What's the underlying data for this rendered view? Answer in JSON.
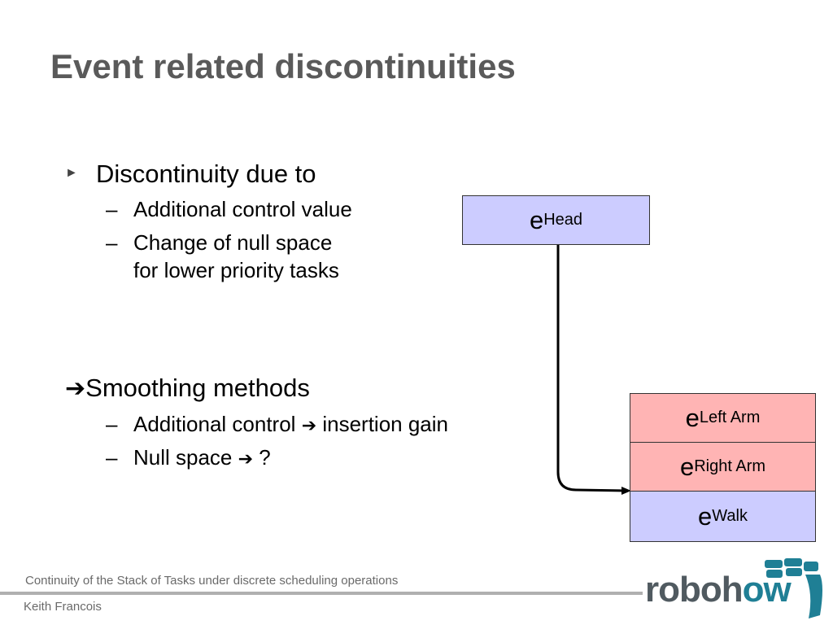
{
  "title": "Event related discontinuities",
  "bullets": [
    {
      "marker": "►",
      "text": "Discontinuity due to",
      "sub": [
        "Additional control value",
        "Change of null space",
        "for lower priority tasks"
      ]
    },
    {
      "marker": "➔",
      "text": "Smoothing methods",
      "sub": [
        {
          "pre": "Additional control ",
          "arrow": "➔",
          "post": " insertion gain"
        },
        {
          "pre": "Null space ",
          "arrow": "➔",
          "post": " ?"
        }
      ]
    }
  ],
  "dash": "–",
  "diagram": {
    "boxes": [
      {
        "base": "e",
        "sub": "Head",
        "color": "#ccccff"
      },
      {
        "base": "e",
        "sub": "Left Arm",
        "color": "#ffb4b4"
      },
      {
        "base": "e",
        "sub": "Right Arm",
        "color": "#ffb4b4"
      },
      {
        "base": "e",
        "sub": "Walk",
        "color": "#ccccff"
      }
    ]
  },
  "footer": {
    "title": "Continuity of the Stack of Tasks under discrete scheduling operations",
    "author": "Keith Francois"
  },
  "logo": {
    "text_pre": "roboh",
    "text_o": "o",
    "text_post": "w"
  }
}
